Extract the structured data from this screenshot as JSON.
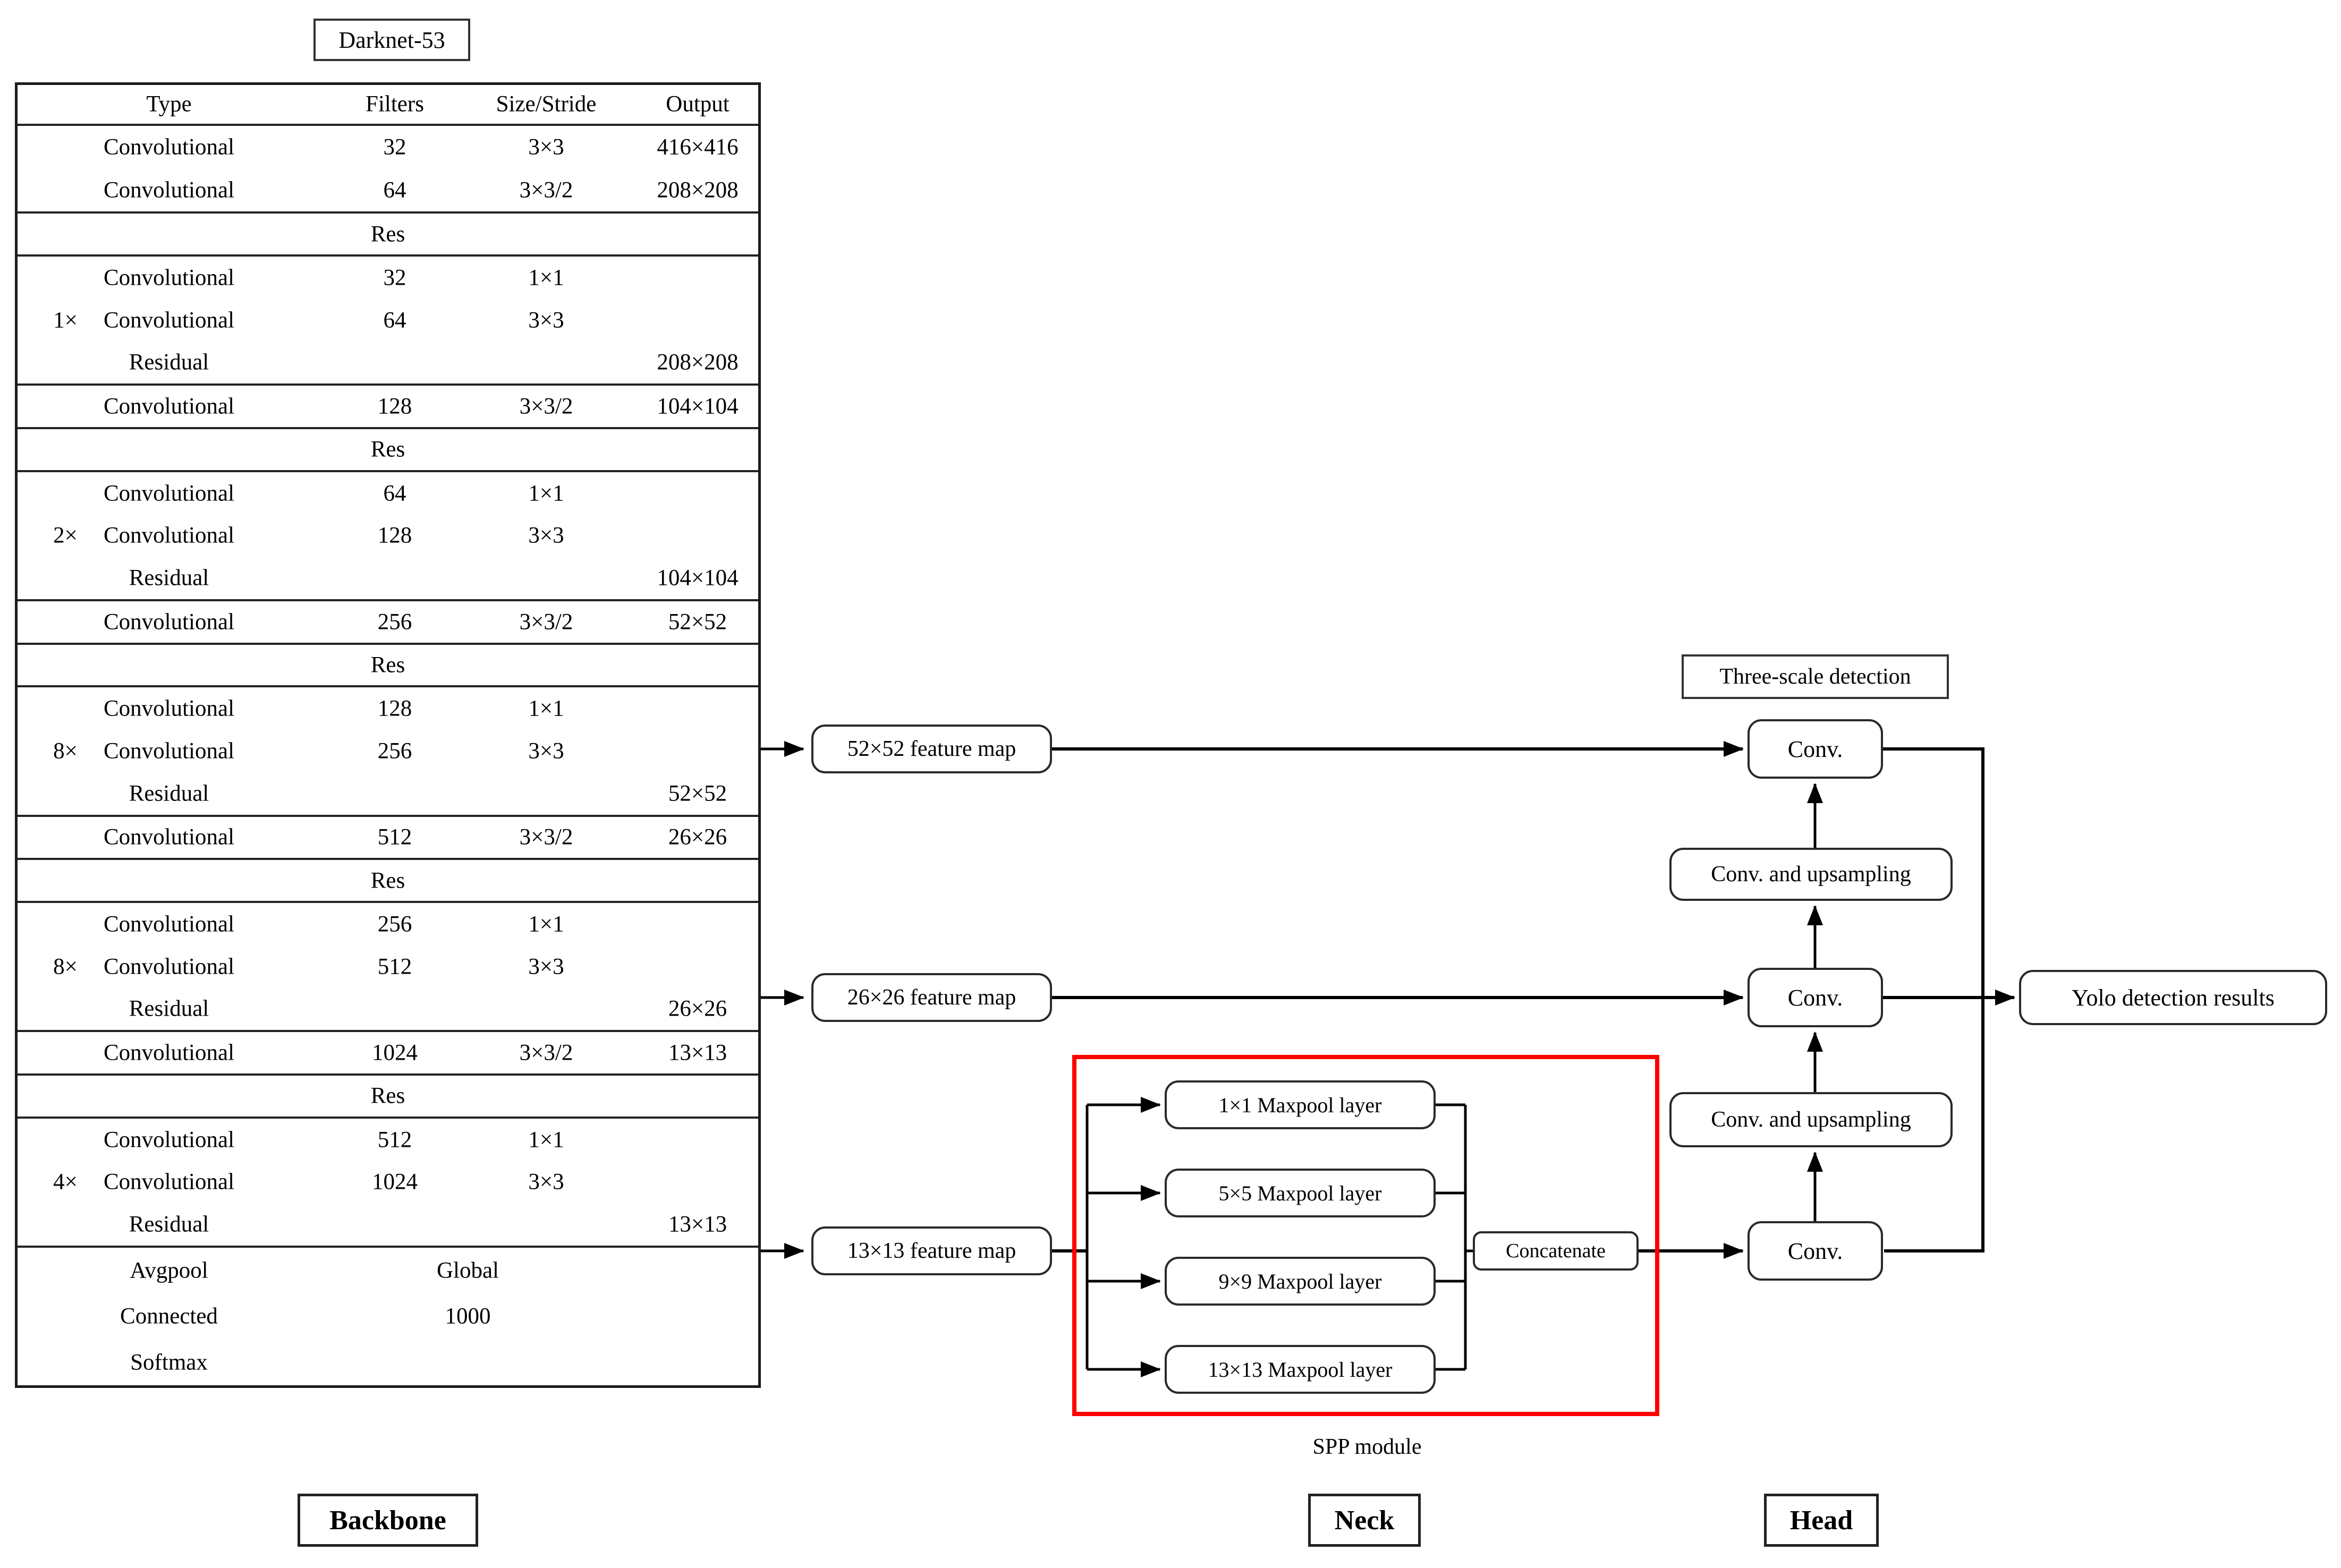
{
  "title": {
    "darknet": "Darknet-53"
  },
  "colors": {
    "spp_border": "#ff0000",
    "line": "#000000"
  },
  "table": {
    "bands": [
      {
        "kind": "header",
        "cells": [
          "Type",
          "Filters",
          "Size/Stride",
          "Output"
        ]
      },
      {
        "kind": "duo",
        "rows": [
          [
            "Convolutional",
            "32",
            "3×3",
            "416×416"
          ],
          [
            "Convolutional",
            "64",
            "3×3/2",
            "208×208"
          ]
        ]
      },
      {
        "kind": "res",
        "label": "Res"
      },
      {
        "kind": "group",
        "marker": "1×",
        "rows": [
          [
            "Convolutional",
            "32",
            "1×1",
            ""
          ],
          [
            "Convolutional",
            "64",
            "3×3",
            ""
          ],
          [
            "Residual",
            "",
            "",
            "208×208"
          ]
        ]
      },
      {
        "kind": "single",
        "rows": [
          [
            "Convolutional",
            "128",
            "3×3/2",
            "104×104"
          ]
        ]
      },
      {
        "kind": "res",
        "label": "Res"
      },
      {
        "kind": "group",
        "marker": "2×",
        "rows": [
          [
            "Convolutional",
            "64",
            "1×1",
            ""
          ],
          [
            "Convolutional",
            "128",
            "3×3",
            ""
          ],
          [
            "Residual",
            "",
            "",
            "104×104"
          ]
        ]
      },
      {
        "kind": "single",
        "rows": [
          [
            "Convolutional",
            "256",
            "3×3/2",
            "52×52"
          ]
        ]
      },
      {
        "kind": "res",
        "label": "Res"
      },
      {
        "kind": "group",
        "marker": "8×",
        "rows": [
          [
            "Convolutional",
            "128",
            "1×1",
            ""
          ],
          [
            "Convolutional",
            "256",
            "3×3",
            ""
          ],
          [
            "Residual",
            "",
            "",
            "52×52"
          ]
        ]
      },
      {
        "kind": "single",
        "rows": [
          [
            "Convolutional",
            "512",
            "3×3/2",
            "26×26"
          ]
        ]
      },
      {
        "kind": "res",
        "label": "Res"
      },
      {
        "kind": "group",
        "marker": "8×",
        "rows": [
          [
            "Convolutional",
            "256",
            "1×1",
            ""
          ],
          [
            "Convolutional",
            "512",
            "3×3",
            ""
          ],
          [
            "Residual",
            "",
            "",
            "26×26"
          ]
        ]
      },
      {
        "kind": "single",
        "rows": [
          [
            "Convolutional",
            "1024",
            "3×3/2",
            "13×13"
          ]
        ]
      },
      {
        "kind": "res",
        "label": "Res"
      },
      {
        "kind": "group",
        "marker": "4×",
        "rows": [
          [
            "Convolutional",
            "512",
            "1×1",
            ""
          ],
          [
            "Convolutional",
            "1024",
            "3×3",
            ""
          ],
          [
            "Residual",
            "",
            "",
            "13×13"
          ]
        ]
      },
      {
        "kind": "tail",
        "rows": [
          [
            "Avgpool",
            "Global"
          ],
          [
            "Connected",
            "1000"
          ],
          [
            "Softmax",
            ""
          ]
        ]
      }
    ]
  },
  "flow": {
    "feature_maps": {
      "fm52": "52×52 feature map",
      "fm26": "26×26 feature map",
      "fm13": "13×13 feature map"
    },
    "spp": {
      "mp1": "1×1 Maxpool layer",
      "mp5": "5×5 Maxpool layer",
      "mp9": "9×9 Maxpool layer",
      "mp13": "13×13 Maxpool layer",
      "concatenate": "Concatenate",
      "label": "SPP module"
    },
    "head": {
      "three_scale": "Three-scale detection",
      "conv_top": "Conv.",
      "conv_mid": "Conv.",
      "conv_bot": "Conv.",
      "cu1": "Conv. and upsampling",
      "cu2": "Conv. and upsampling",
      "yolo": "Yolo detection results"
    }
  },
  "sections": {
    "backbone": "Backbone",
    "neck": "Neck",
    "head": "Head"
  }
}
